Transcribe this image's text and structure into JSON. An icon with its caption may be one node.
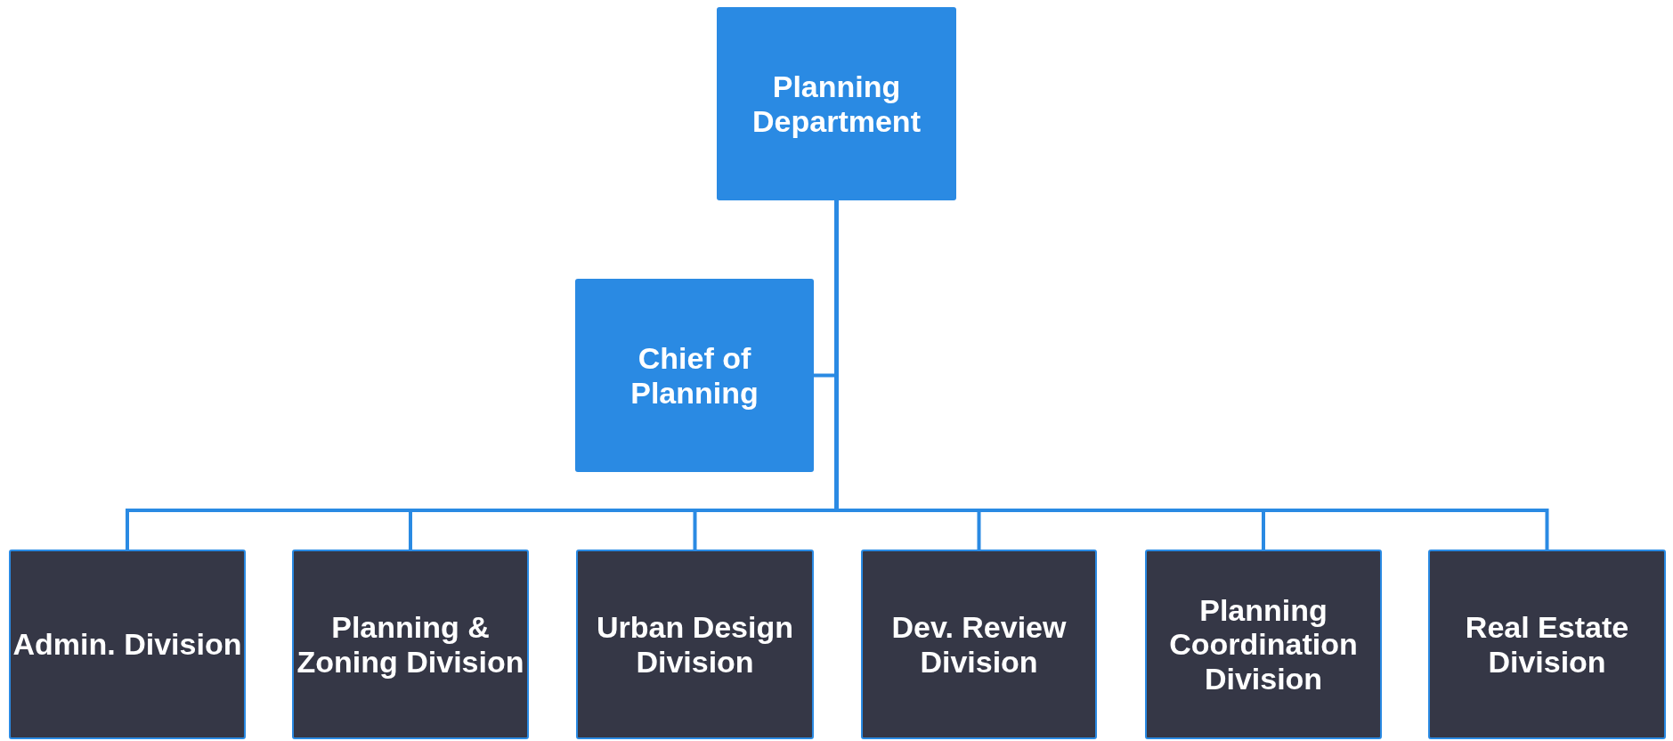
{
  "diagram": {
    "nodes": [
      {
        "text": [
          "Planning Department"
        ]
      },
      {
        "text": [
          "Chief of Planning"
        ]
      },
      {
        "text": [
          "Admin. Division"
        ]
      },
      {
        "text": [
          "Planning & Zoning Division"
        ]
      },
      {
        "text": [
          "Urban Design Division"
        ]
      },
      {
        "text": [
          "Dev. Review Division"
        ]
      },
      {
        "text": [
          "Planning Coordination Division"
        ]
      },
      {
        "text": [
          "Real Estate Division"
        ]
      }
    ],
    "edges": [
      {
        "from": 0,
        "to": 1,
        "arrow": "none"
      },
      {
        "from": 0,
        "to": 2,
        "arrow": "none"
      },
      {
        "from": 0,
        "to": 3,
        "arrow": "none"
      },
      {
        "from": 0,
        "to": 4,
        "arrow": "none"
      },
      {
        "from": 0,
        "to": 5,
        "arrow": "none"
      },
      {
        "from": 0,
        "to": 6,
        "arrow": "none"
      },
      {
        "from": 0,
        "to": 7,
        "arrow": "none"
      }
    ]
  }
}
